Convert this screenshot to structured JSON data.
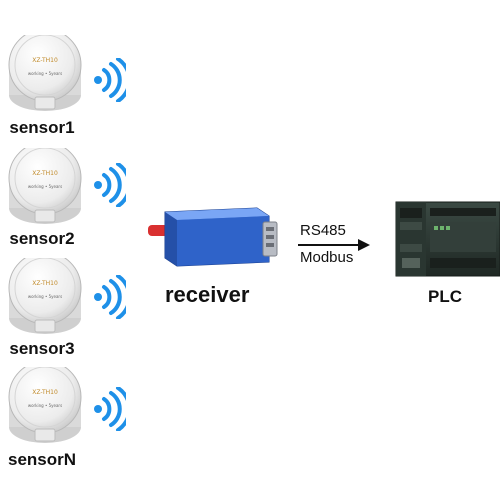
{
  "sensors": [
    {
      "label": "sensor1",
      "model": "XZ-TH10",
      "status": "working • 5years"
    },
    {
      "label": "sensor2",
      "model": "XZ-TH10",
      "status": "working • 5years"
    },
    {
      "label": "sensor3",
      "model": "XZ-TH10",
      "status": "working • 5years"
    },
    {
      "label": "sensorN",
      "model": "XZ-TH10",
      "status": "working • 5years"
    }
  ],
  "receiver": {
    "label": "receiver"
  },
  "link": {
    "line1": "RS485",
    "line2": "Modbus"
  },
  "plc": {
    "label": "PLC"
  },
  "colors": {
    "wifi": "#1e90e8",
    "receiver_body": "#2f63c9",
    "antenna": "#d93030",
    "plc_body": "#2d3a35"
  }
}
